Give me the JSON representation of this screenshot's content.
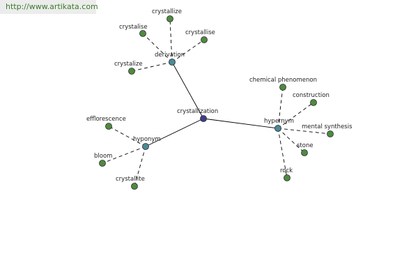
{
  "watermark": {
    "url": "http://www.artikata.com"
  },
  "colors": {
    "root_node": "#3e3e8c",
    "relation_node": "#4a8a96",
    "leaf_node": "#4f8a3f",
    "edge": "#000000",
    "watermark_bg": "#ececec",
    "watermark_text": "#3a7a2a"
  },
  "graph": {
    "root": {
      "id": "root",
      "label": "crystallization"
    },
    "relations": [
      {
        "id": "derivation",
        "label": "derivation",
        "children": [
          {
            "id": "d1",
            "label": "crystallize"
          },
          {
            "id": "d2",
            "label": "crystalise"
          },
          {
            "id": "d3",
            "label": "crystallise"
          },
          {
            "id": "d4",
            "label": "crystalize"
          }
        ]
      },
      {
        "id": "hypernym",
        "label": "hypernym",
        "children": [
          {
            "id": "h1",
            "label": "chemical phenomenon"
          },
          {
            "id": "h2",
            "label": "construction"
          },
          {
            "id": "h3",
            "label": "mental synthesis"
          },
          {
            "id": "h4",
            "label": "stone"
          },
          {
            "id": "h5",
            "label": "rock"
          }
        ]
      },
      {
        "id": "hyponym",
        "label": "hyponym",
        "children": [
          {
            "id": "y1",
            "label": "efflorescence"
          },
          {
            "id": "y2",
            "label": "bloom"
          },
          {
            "id": "y3",
            "label": "crystallite"
          }
        ]
      }
    ]
  }
}
